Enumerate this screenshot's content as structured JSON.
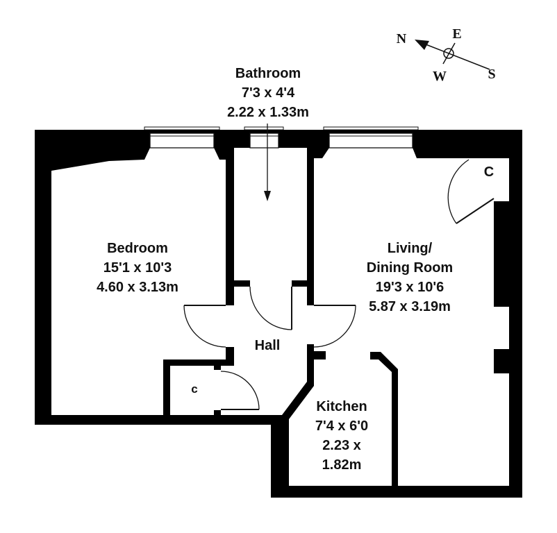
{
  "compass": {
    "north": "N",
    "east": "E",
    "south": "S",
    "west": "W"
  },
  "rooms": {
    "bathroom": {
      "name": "Bathroom",
      "imperial": "7'3 x 4'4",
      "metric": "2.22 x 1.33m"
    },
    "bedroom": {
      "name": "Bedroom",
      "imperial": "15'1 x 10'3",
      "metric": "4.60 x 3.13m"
    },
    "living": {
      "name_line1": "Living/",
      "name_line2": "Dining Room",
      "imperial": "19'3 x 10'6",
      "metric": "5.87 x 3.19m"
    },
    "hall": {
      "name": "Hall"
    },
    "kitchen": {
      "name": "Kitchen",
      "imperial": "7'4 x 6'0",
      "metric_line1": "2.23 x",
      "metric_line2": "1.82m"
    },
    "cupboard_living": {
      "name": "C"
    },
    "cupboard_hall": {
      "name": "c"
    }
  },
  "colors": {
    "wall": "#000000",
    "floor": "#ffffff"
  }
}
